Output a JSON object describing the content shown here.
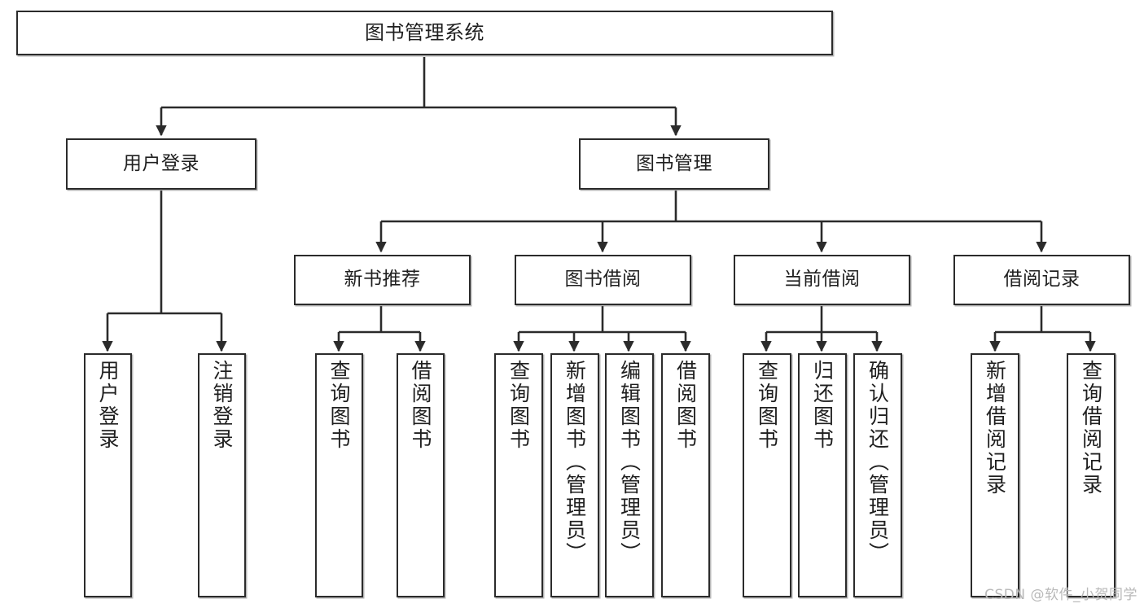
{
  "diagram": {
    "title": "图书管理系统",
    "type": "tree-hierarchy",
    "colors": {
      "box_border": "#2b2b2b",
      "box_fill": "#ffffff",
      "edge": "#2b2b2b",
      "background": "#ffffff",
      "watermark": "#b9b9b9"
    },
    "root": {
      "label": "图书管理系统"
    },
    "level2": [
      {
        "label": "用户登录"
      },
      {
        "label": "图书管理"
      }
    ],
    "level3": [
      {
        "label": "新书推荐"
      },
      {
        "label": "图书借阅"
      },
      {
        "label": "当前借阅"
      },
      {
        "label": "借阅记录"
      }
    ],
    "leaves": {
      "user_login": [
        {
          "label": "用户登录"
        },
        {
          "label": "注销登录"
        }
      ],
      "new_book_recommend": [
        {
          "label": "查询图书"
        },
        {
          "label": "借阅图书"
        }
      ],
      "book_borrow": [
        {
          "label": "查询图书"
        },
        {
          "label": "新增图书（管理员）"
        },
        {
          "label": "编辑图书（管理员）"
        },
        {
          "label": "借阅图书"
        }
      ],
      "current_borrow": [
        {
          "label": "查询图书"
        },
        {
          "label": "归还图书"
        },
        {
          "label": "确认归还（管理员）"
        }
      ],
      "borrow_record": [
        {
          "label": "新增借阅记录"
        },
        {
          "label": "查询借阅记录"
        }
      ]
    }
  },
  "watermark": {
    "text": "CSDN @软件_小贺同学"
  }
}
